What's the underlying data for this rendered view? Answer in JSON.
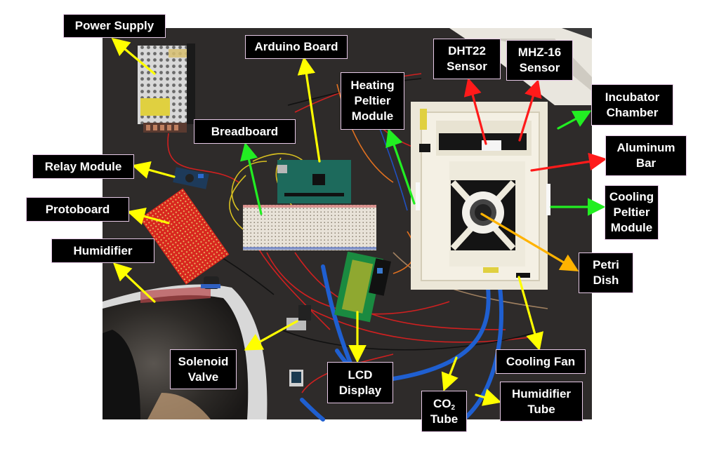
{
  "figure": {
    "description": "Annotated photograph of an incubator prototype with labeled components",
    "arrow_colors": {
      "yellow": "#ffff00",
      "green": "#22ee22",
      "red": "#ff1a1a",
      "orange": "#ffb300"
    },
    "label_style": {
      "background": "#000000",
      "text": "#ffffff",
      "border": "#e6c9e6"
    }
  },
  "labels": [
    {
      "id": "power-supply",
      "text": "Power Supply",
      "arrow_color": "yellow"
    },
    {
      "id": "arduino-board",
      "text": "Arduino Board",
      "arrow_color": "yellow"
    },
    {
      "id": "breadboard",
      "text": "Breadboard",
      "arrow_color": "green"
    },
    {
      "id": "heating-peltier-module",
      "text": "Heating\nPeltier\nModule",
      "arrow_color": "green"
    },
    {
      "id": "dht22-sensor",
      "text": "DHT22\nSensor",
      "arrow_color": "red"
    },
    {
      "id": "mhz16-sensor",
      "text": "MHZ-16\nSensor",
      "arrow_color": "red"
    },
    {
      "id": "incubator-chamber",
      "text": "Incubator\nChamber",
      "arrow_color": "green"
    },
    {
      "id": "aluminum-bar",
      "text": "Aluminum\nBar",
      "arrow_color": "red"
    },
    {
      "id": "cooling-peltier-module",
      "text": "Cooling\nPeltier\nModule",
      "arrow_color": "green"
    },
    {
      "id": "petri-dish",
      "text": "Petri\nDish",
      "arrow_color": "orange"
    },
    {
      "id": "cooling-fan",
      "text": "Cooling Fan",
      "arrow_color": "yellow"
    },
    {
      "id": "humidifier-tube",
      "text": "Humidifier\nTube",
      "arrow_color": "yellow"
    },
    {
      "id": "co2-tube",
      "text_main": "CO",
      "text_sub": "2",
      "text_line2": "Tube",
      "arrow_color": "yellow"
    },
    {
      "id": "lcd-display",
      "text": "LCD\nDisplay",
      "arrow_color": "yellow"
    },
    {
      "id": "solenoid-valve",
      "text": "Solenoid\nValve",
      "arrow_color": "yellow"
    },
    {
      "id": "humidifier",
      "text": "Humidifier",
      "arrow_color": "yellow"
    },
    {
      "id": "protoboard",
      "text": "Protoboard",
      "arrow_color": "yellow"
    },
    {
      "id": "relay-module",
      "text": "Relay Module",
      "arrow_color": "yellow"
    }
  ]
}
